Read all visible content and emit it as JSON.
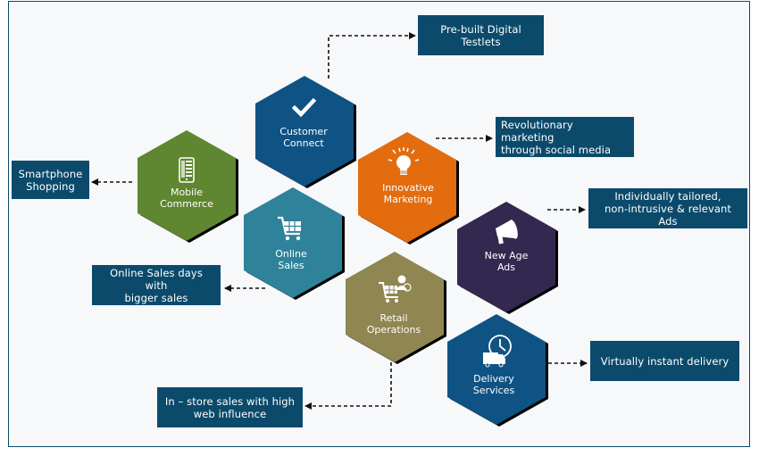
{
  "diagram": {
    "hexagons": [
      {
        "id": "customer-connect",
        "label_lines": [
          "Customer",
          "Connect"
        ],
        "icon": "checkmark-icon",
        "color": "#0f5384"
      },
      {
        "id": "mobile-commerce",
        "label_lines": [
          "Mobile",
          "Commerce"
        ],
        "icon": "smartphone-icon",
        "color": "#5f8630"
      },
      {
        "id": "innovative-marketing",
        "label_lines": [
          "Innovative",
          "Marketing"
        ],
        "icon": "lightbulb-icon",
        "color": "#e36c0e"
      },
      {
        "id": "online-sales",
        "label_lines": [
          "Online",
          "Sales"
        ],
        "icon": "shopping-cart-icon",
        "color": "#2e839a"
      },
      {
        "id": "new-age-ads",
        "label_lines": [
          "New Age",
          "Ads"
        ],
        "icon": "megaphone-icon",
        "color": "#33284f"
      },
      {
        "id": "retail-operations",
        "label_lines": [
          "Retail",
          "Operations"
        ],
        "icon": "cart-user-icon",
        "color": "#8f8651"
      },
      {
        "id": "delivery-services",
        "label_lines": [
          "Delivery",
          "Services"
        ],
        "icon": "delivery-truck-clock-icon",
        "color": "#0f5384"
      }
    ],
    "boxes": [
      {
        "id": "pre-built-digital-testlets",
        "lines": [
          "Pre-built Digital",
          "Testlets"
        ]
      },
      {
        "id": "revolutionary-marketing",
        "lines": [
          "Revolutionary marketing",
          "through social media"
        ]
      },
      {
        "id": "smartphone-shopping",
        "lines": [
          "Smartphone",
          "Shopping"
        ]
      },
      {
        "id": "individually-tailored-ads",
        "lines": [
          "Individually tailored,",
          "non-intrusive & relevant Ads"
        ]
      },
      {
        "id": "online-sales-days",
        "lines": [
          "Online Sales days with",
          "bigger sales"
        ]
      },
      {
        "id": "virtually-instant-delivery",
        "lines": [
          "Virtually instant delivery"
        ]
      },
      {
        "id": "in-store-sales",
        "lines": [
          "In – store sales with high",
          "web influence"
        ]
      }
    ],
    "colors": {
      "box_fill": "#0b4a6b",
      "frame_border": "#0b4a6b",
      "background": "#f7f8fa",
      "connector": "#111111"
    }
  }
}
